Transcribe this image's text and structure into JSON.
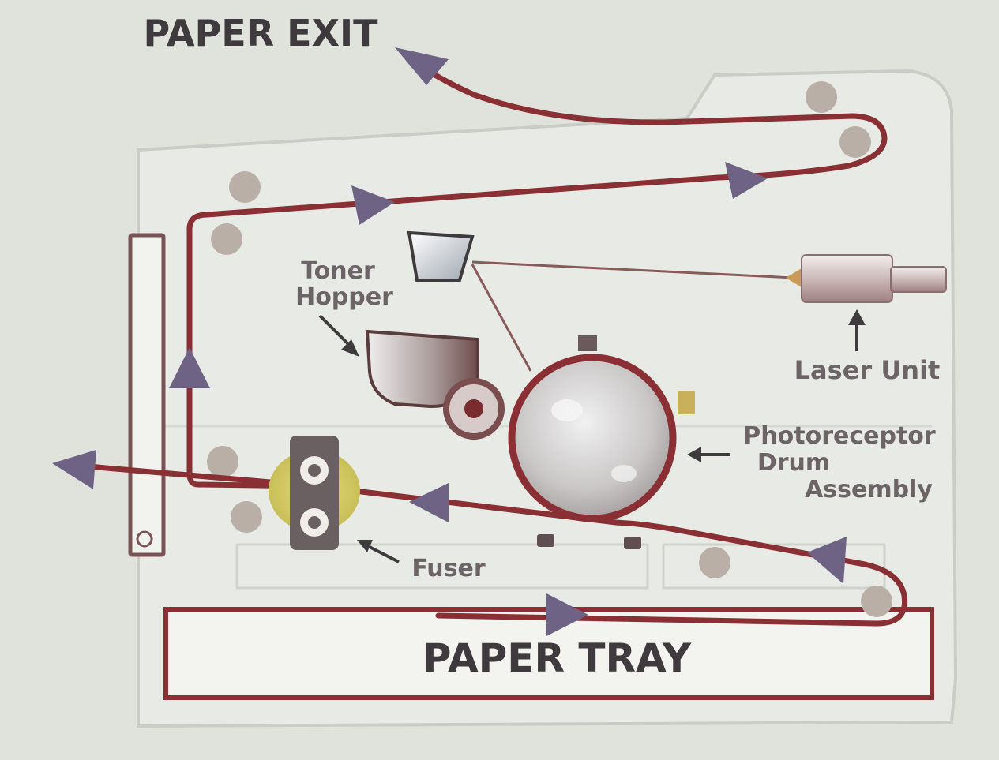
{
  "diagram": {
    "labels": {
      "paper_exit": "PAPER EXIT",
      "toner_hopper_line1": "Toner",
      "toner_hopper_line2": "Hopper",
      "laser_unit": "Laser Unit",
      "photoreceptor_line1": "Photoreceptor",
      "photoreceptor_line2": "Drum",
      "photoreceptor_line3": "Assembly",
      "fuser": "Fuser",
      "paper_tray": "PAPER TRAY"
    },
    "colors": {
      "background": "#dfe3dc",
      "paper_path": "#8a2f33",
      "arrow": "#6f6385",
      "roller": "#b7aca4",
      "housing_outline": "#c9cdc6",
      "fuser_glow": "#d9c95a"
    }
  }
}
